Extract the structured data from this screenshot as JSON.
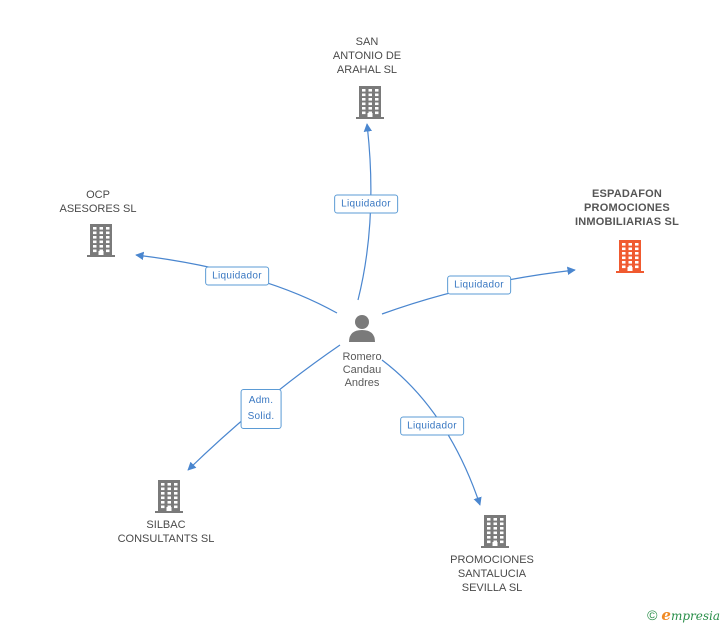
{
  "colors": {
    "edge": "#4a86cf",
    "building": "#7a7a7a",
    "building_highlight": "#f05a30",
    "person": "#7a7a7a"
  },
  "center": {
    "icon": "person-icon",
    "label_lines": [
      "Romero",
      "Candau",
      "Andres"
    ]
  },
  "companies": [
    {
      "id": "san-antonio",
      "label_lines": [
        "SAN",
        "ANTONIO DE",
        "ARAHAL SL"
      ],
      "highlight": false,
      "icon": "building-icon"
    },
    {
      "id": "ocp",
      "label_lines": [
        "OCP",
        "ASESORES SL"
      ],
      "highlight": false,
      "icon": "building-icon"
    },
    {
      "id": "espadafon",
      "label_lines": [
        "ESPADAFON",
        "PROMOCIONES",
        "INMOBILIARIAS SL"
      ],
      "highlight": true,
      "icon": "building-icon"
    },
    {
      "id": "silbac",
      "label_lines": [
        "SILBAC",
        "CONSULTANTS SL"
      ],
      "highlight": false,
      "icon": "building-icon"
    },
    {
      "id": "promociones",
      "label_lines": [
        "PROMOCIONES",
        "SANTALUCIA",
        "SEVILLA  SL"
      ],
      "highlight": false,
      "icon": "building-icon"
    }
  ],
  "edges": [
    {
      "to": "san-antonio",
      "label_lines": [
        "Liquidador"
      ]
    },
    {
      "to": "ocp",
      "label_lines": [
        "Liquidador"
      ]
    },
    {
      "to": "espadafon",
      "label_lines": [
        "Liquidador"
      ]
    },
    {
      "to": "silbac",
      "label_lines": [
        "Adm.",
        "Solid."
      ]
    },
    {
      "to": "promociones",
      "label_lines": [
        "Liquidador"
      ]
    }
  ],
  "footer": {
    "copyright": "©",
    "brand_initial": "e",
    "brand_rest": "mpresia"
  }
}
